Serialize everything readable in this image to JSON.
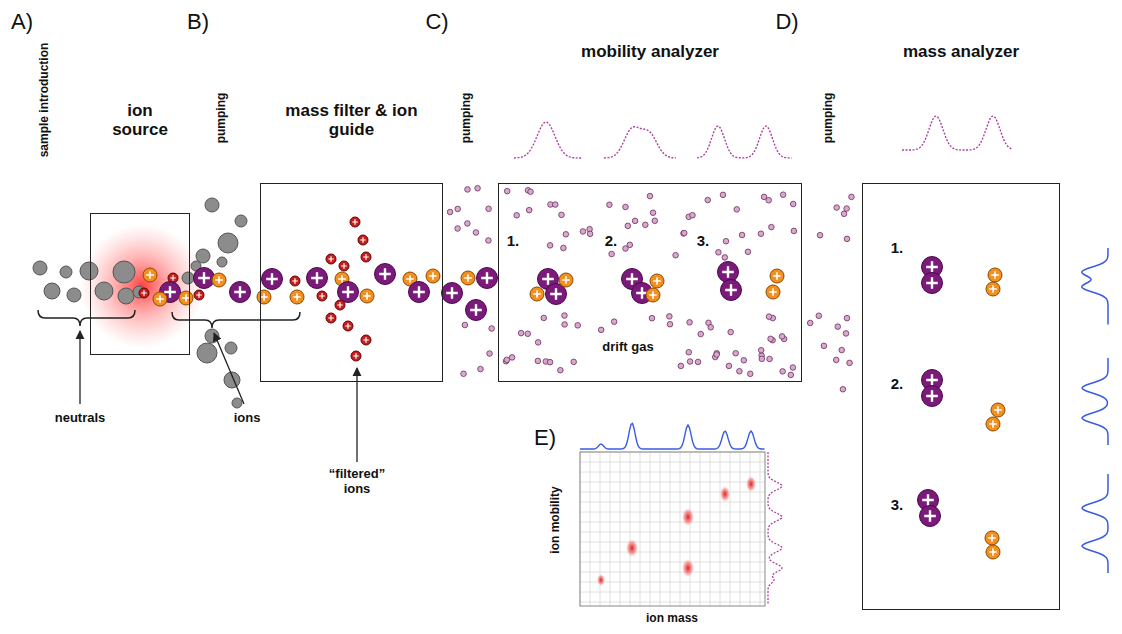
{
  "diagram": {
    "nodes": [
      {
        "text": [
          "ion source"
        ]
      },
      {
        "text": [
          "mass filter & ion guide"
        ]
      },
      {
        "text": [
          "mobility analyzer"
        ]
      },
      {
        "text": [
          "mass analyzer"
        ]
      }
    ],
    "labels": [
      "A)",
      "B)",
      "C)",
      "D)",
      "sample introduction",
      "pumping",
      "pumping",
      "pumping",
      "neutrals",
      "ions",
      "“filtered” ions",
      "1.",
      "2.",
      "3.",
      "drift gas",
      "1.",
      "2.",
      "3.",
      "E)",
      "ion mobility",
      "ion mass"
    ]
  }
}
